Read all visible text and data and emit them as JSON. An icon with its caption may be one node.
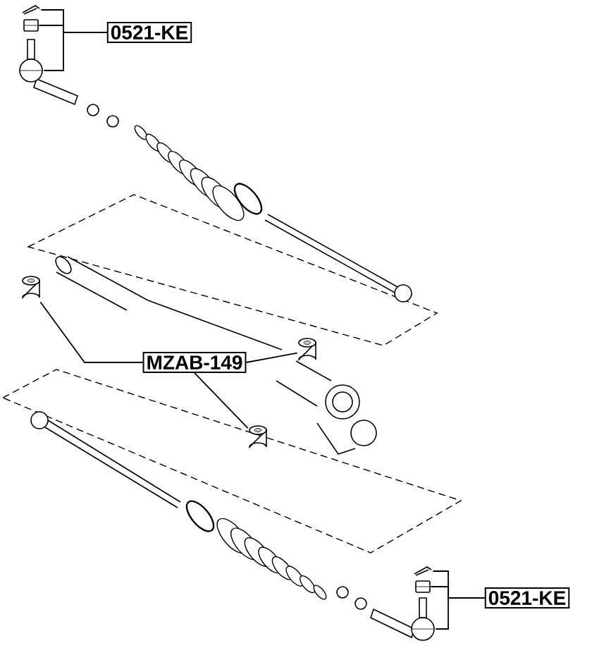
{
  "diagram": {
    "nodes": [
      {
        "text": [
          "0521-KE"
        ]
      },
      {
        "text": [],
        "shape": "picture"
      },
      {
        "text": [],
        "shape": "picture"
      },
      {
        "text": [],
        "shape": "picture"
      },
      {
        "text": [
          "MZAB-149"
        ]
      },
      {
        "text": [],
        "shape": "picture"
      },
      {
        "text": [],
        "shape": "picture"
      },
      {
        "text": [],
        "shape": "picture"
      },
      {
        "text": [
          "0521-KE"
        ]
      },
      {
        "text": [],
        "shape": "picture"
      },
      {
        "text": [],
        "shape": "picture"
      },
      {
        "text": [],
        "shape": "picture"
      }
    ],
    "edges": [
      {
        "from": 0,
        "to": 1,
        "arrow": "none"
      },
      {
        "from": 0,
        "to": 2,
        "arrow": "none"
      },
      {
        "from": 0,
        "to": 3,
        "arrow": "none"
      },
      {
        "from": 4,
        "to": 5,
        "arrow": "none"
      },
      {
        "from": 4,
        "to": 6,
        "arrow": "none"
      },
      {
        "from": 4,
        "to": 7,
        "arrow": "none"
      },
      {
        "from": 8,
        "to": 9,
        "arrow": "none"
      },
      {
        "from": 8,
        "to": 10,
        "arrow": "none"
      },
      {
        "from": 8,
        "to": 11,
        "arrow": "none"
      }
    ]
  }
}
